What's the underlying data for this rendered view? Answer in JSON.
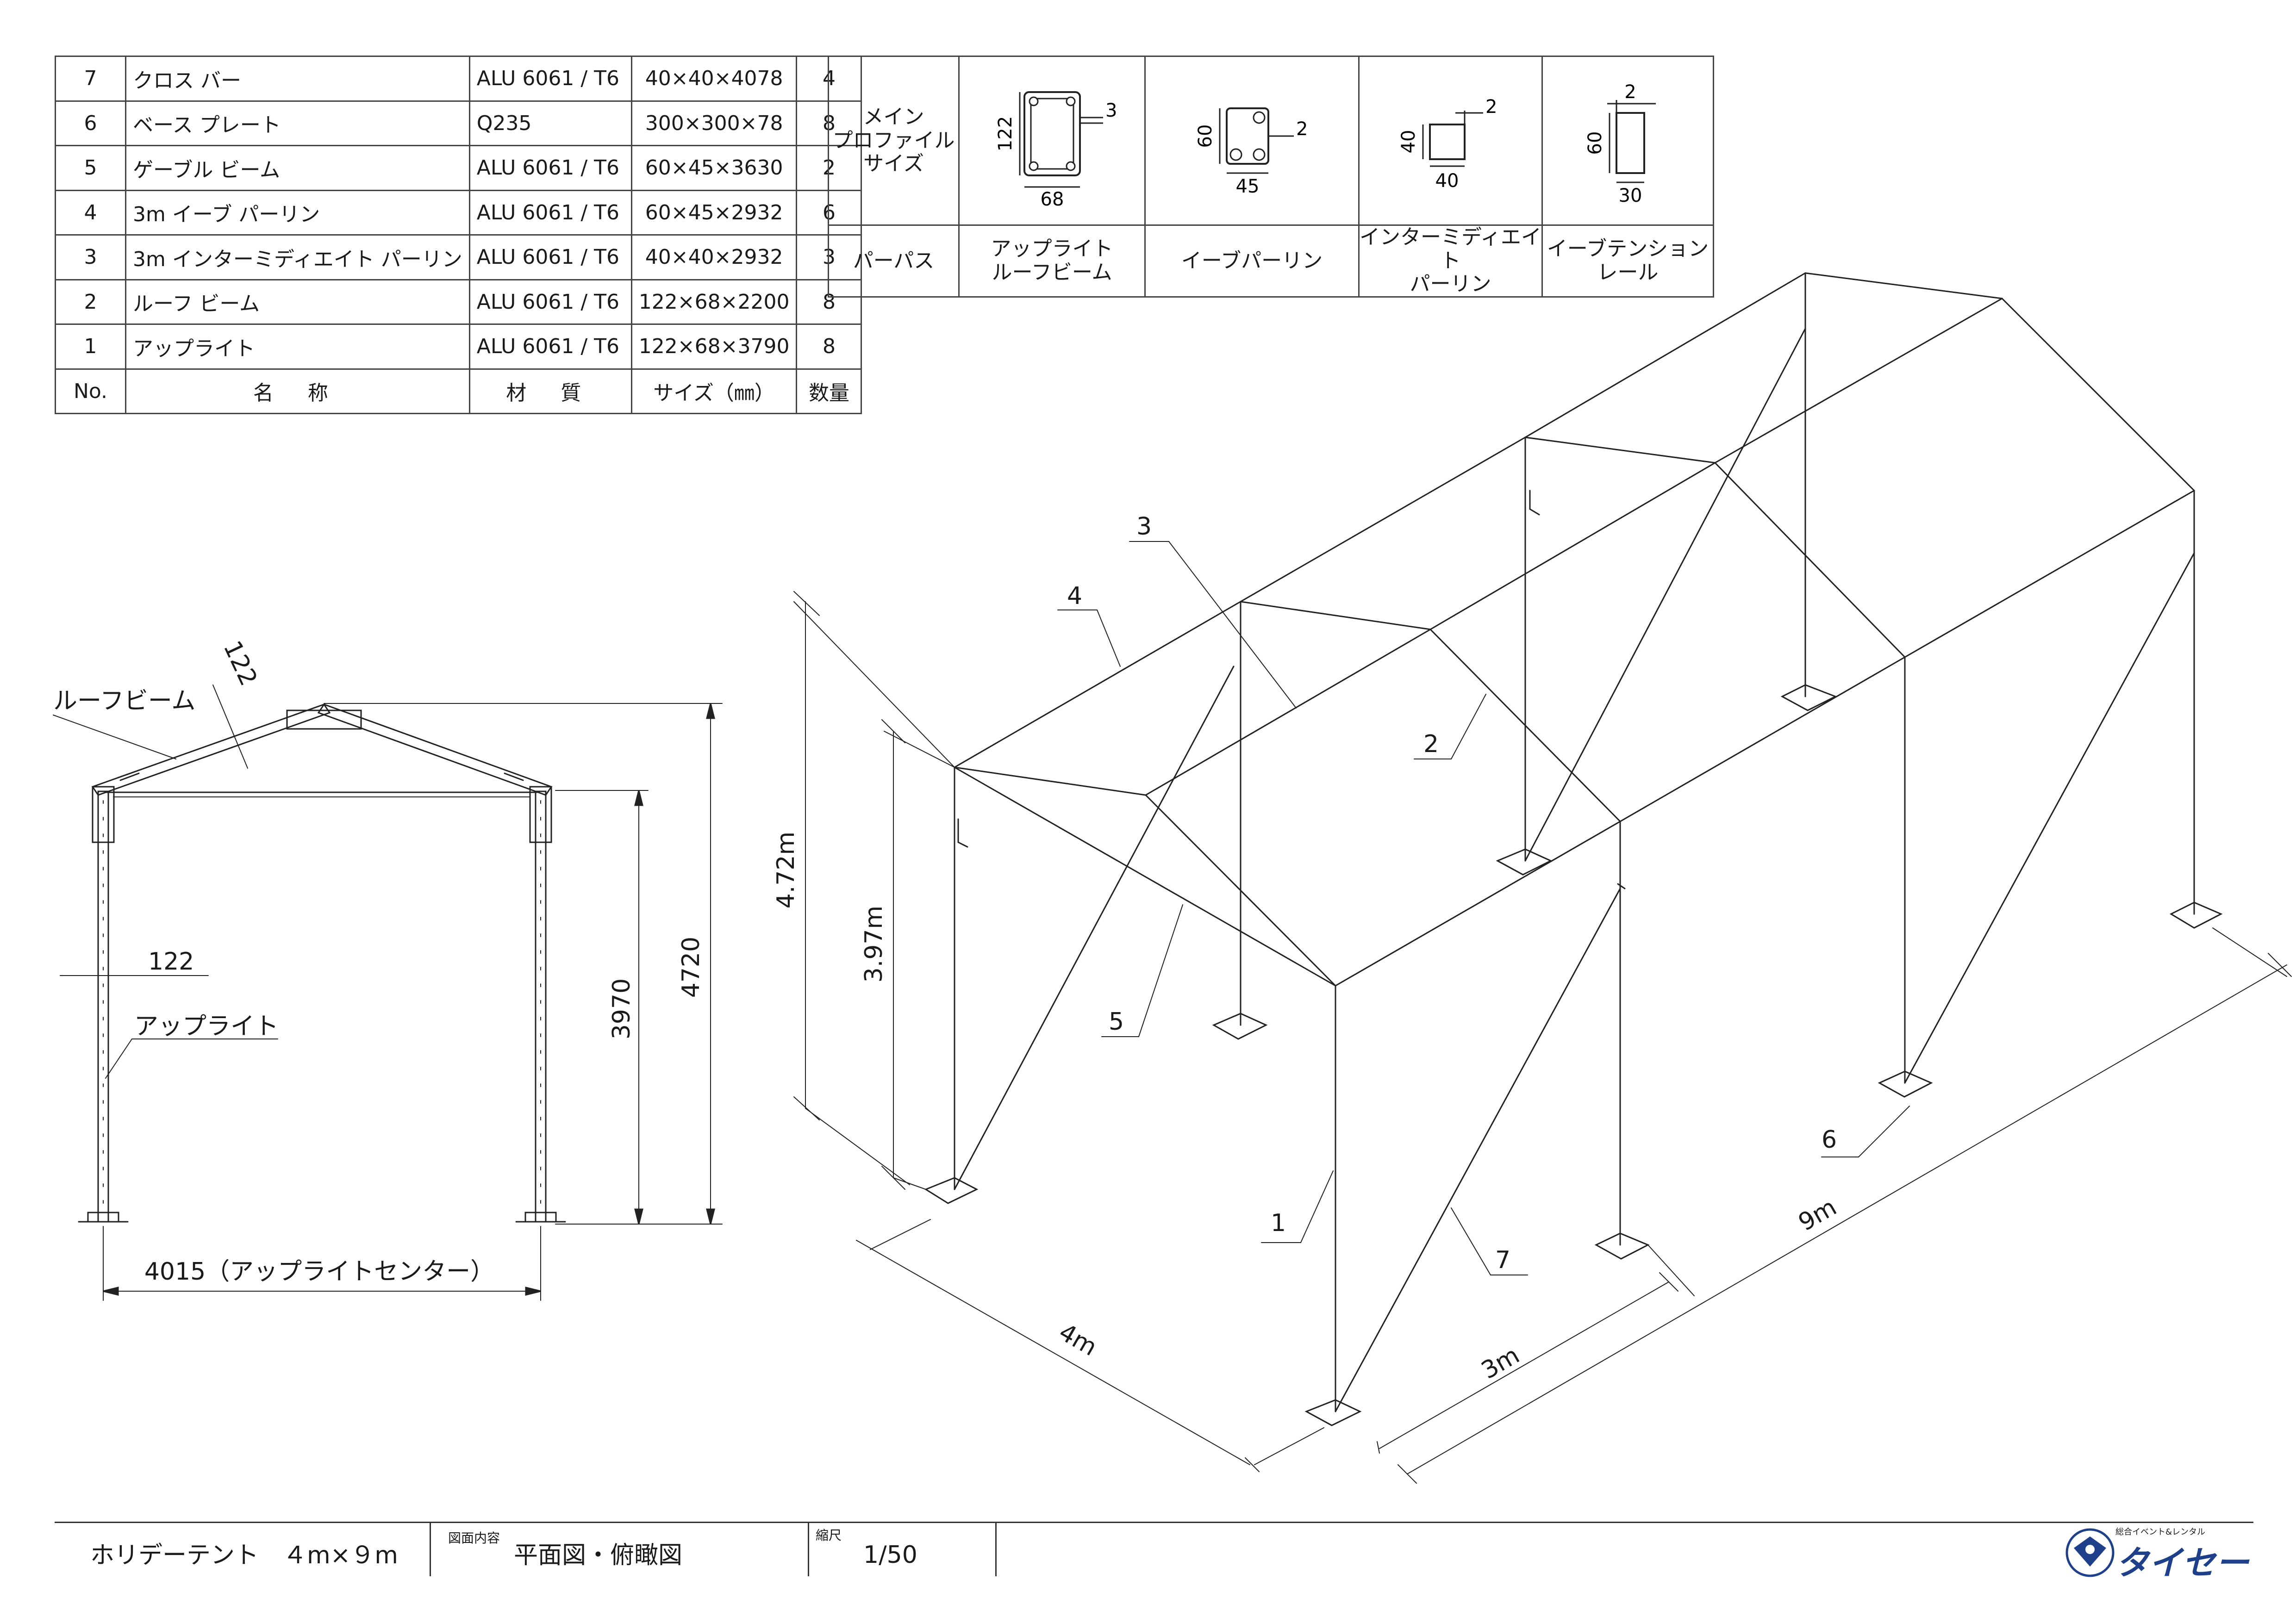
{
  "parts_table": {
    "rows": [
      {
        "no": "7",
        "name": "クロス バー",
        "material": "ALU 6061 / T6",
        "size": "40×40×4078",
        "qty": "4"
      },
      {
        "no": "6",
        "name": "ベース プレート",
        "material": "Q235",
        "size": "300×300×78",
        "qty": "8"
      },
      {
        "no": "5",
        "name": "ゲーブル ビーム",
        "material": "ALU 6061 / T6",
        "size": "60×45×3630",
        "qty": "2"
      },
      {
        "no": "4",
        "name": "3m イーブ パーリン",
        "material": "ALU 6061 / T6",
        "size": "60×45×2932",
        "qty": "6"
      },
      {
        "no": "3",
        "name": "3m インターミディエイト パーリン",
        "material": "ALU 6061 / T6",
        "size": "40×40×2932",
        "qty": "3"
      },
      {
        "no": "2",
        "name": "ルーフ ビーム",
        "material": "ALU 6061 / T6",
        "size": "122×68×2200",
        "qty": "8"
      },
      {
        "no": "1",
        "name": "アップライト",
        "material": "ALU 6061 / T6",
        "size": "122×68×3790",
        "qty": "8"
      }
    ],
    "header": {
      "no": "No.",
      "name": "名 称",
      "material": "材 質",
      "size": "サイズ（㎜）",
      "qty": "数量"
    }
  },
  "profile_table": {
    "row1_label": "メイン\nプロファイル\nサイズ",
    "row2_label": "パーパス",
    "profiles": [
      {
        "purpose": "アップライト\nルーフビーム",
        "dims": [
          "122",
          "68",
          "3"
        ]
      },
      {
        "purpose": "イーブパーリン",
        "dims": [
          "60",
          "45",
          "2"
        ]
      },
      {
        "purpose": "インターミディエイト\nパーリン",
        "dims": [
          "40",
          "40",
          "2"
        ]
      },
      {
        "purpose": "イーブテンション\nレール",
        "dims": [
          "60",
          "30",
          "2"
        ]
      }
    ]
  },
  "front_view": {
    "roof_beam_label": "ルーフビーム",
    "roof_beam_dim": "122",
    "upright_label": "アップライト",
    "upright_dim": "122",
    "height_eave": "3970",
    "height_ridge": "4720",
    "width_label": "4015（アップライトセンター）"
  },
  "iso_view": {
    "callouts": [
      "1",
      "2",
      "3",
      "4",
      "5",
      "6",
      "7"
    ],
    "dim_total_height": "4.72m",
    "dim_eave_height": "3.97m",
    "dim_width": "4m",
    "dim_bay": "3m",
    "dim_length": "9m"
  },
  "title_block": {
    "title": "ホリデーテント　４m×９m",
    "contents_caption": "図面内容",
    "contents": "平面図・俯瞰図",
    "scale_caption": "縮尺",
    "scale": "1/50",
    "company_sub": "総合イベント&レンタル",
    "company": "タイセー"
  }
}
